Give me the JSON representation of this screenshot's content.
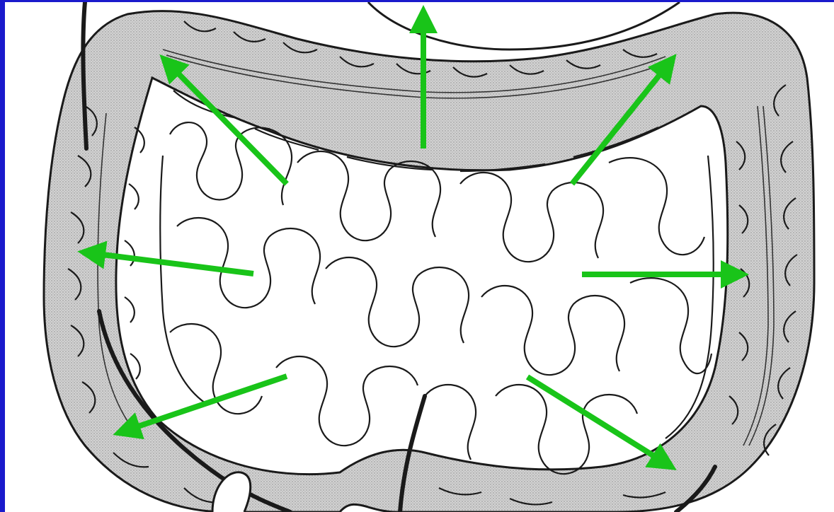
{
  "diagram": {
    "subject": "large-intestine-surrounding-small-intestine",
    "colors": {
      "slide_border": "#1a1acc",
      "background": "#ffffff",
      "colon_fill": "#c9c9c9",
      "outline": "#1a1a1a",
      "arrow": "#19c419"
    },
    "arrows": [
      {
        "id": "arrow-upper-left",
        "direction": "up-left"
      },
      {
        "id": "arrow-up",
        "direction": "up"
      },
      {
        "id": "arrow-upper-right",
        "direction": "up-right"
      },
      {
        "id": "arrow-left",
        "direction": "left"
      },
      {
        "id": "arrow-right",
        "direction": "right"
      },
      {
        "id": "arrow-lower-left",
        "direction": "down-left"
      },
      {
        "id": "arrow-lower-right",
        "direction": "down-right"
      }
    ]
  }
}
